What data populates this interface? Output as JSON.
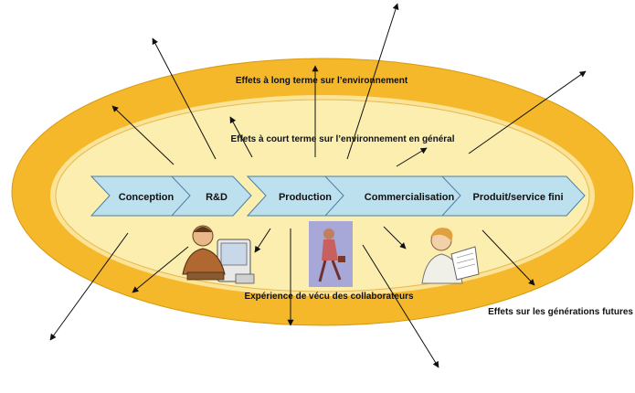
{
  "labels": {
    "long_term": "Effets à long terme sur l’environnement",
    "short_term": "Effets à court terme sur l’environnement en général",
    "experience": "Expérience de vécu des collaborateurs",
    "future": "Effets sur les générations futures"
  },
  "stages": [
    "Conception",
    "R&D",
    "Production",
    "Commercialisation",
    "Produit/service fini"
  ],
  "colors": {
    "outer_ellipse": "#F5B82A",
    "middle_ellipse": "#FBE398",
    "inner_ellipse": "#FCEEAF",
    "chevron_fill": "#BDE0EE",
    "chevron_stroke": "#4A7FA6",
    "arrow": "#111111"
  },
  "illustrations": [
    {
      "name": "businessman-at-computer-figure"
    },
    {
      "name": "woman-walking-figure"
    },
    {
      "name": "woman-reading-figure"
    }
  ]
}
